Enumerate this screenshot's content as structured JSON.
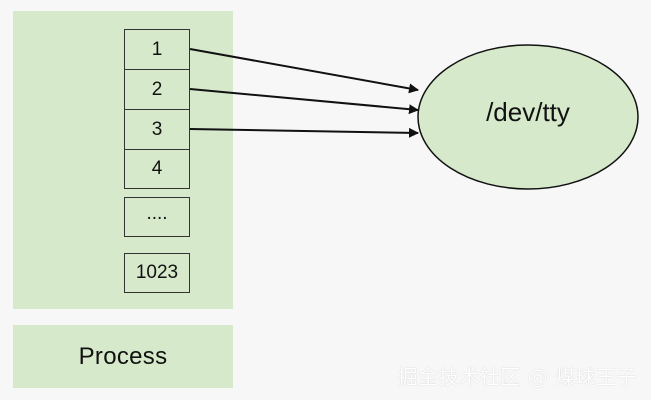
{
  "process": {
    "label": "Process",
    "fd_table": [
      "1",
      "2",
      "3",
      "4",
      "....",
      "1023"
    ]
  },
  "device": {
    "label": "/dev/tty"
  },
  "watermark": "掘金技术社区 @ 煤球王子",
  "colors": {
    "panel": "#d6e9cb",
    "background": "#f7f7f7",
    "stroke": "#111111"
  }
}
